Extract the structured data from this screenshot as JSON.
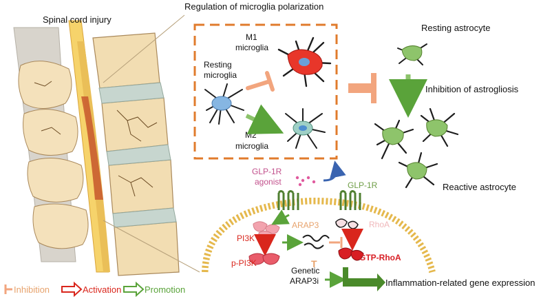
{
  "labels": {
    "spinal_cord_injury": "Spinal cord injury",
    "regulation": "Regulation of microglia polarization",
    "m1_line1": "M1",
    "m1_line2": "microglia",
    "resting_mg_line1": "Resting",
    "resting_mg_line2": "microglia",
    "m2_line1": "M2",
    "m2_line2": "microglia",
    "resting_astrocyte": "Resting astrocyte",
    "inhibition_astrogliosis": "Inhibition of astrogliosis",
    "reactive_astrocyte": "Reactive astrocyte",
    "glp1r_agonist_line1": "GLP-1R",
    "glp1r_agonist_line2": "agonist",
    "glp1r": "GLP-1R",
    "arap3": "ARAP3",
    "rhoa": "RhoA",
    "pi3k": "PI3K",
    "p_pi3k": "p-PI3K",
    "gtp_rhoa": "GTP-RhoA",
    "genetic_line1": "Genetic",
    "genetic_line2": "ARAP3i",
    "gene_expression": "Inflammation-related gene expression",
    "t_glyph": "T"
  },
  "legend": {
    "inhibition": "Inhibition",
    "activation": "Activation",
    "promotion": "Promotion"
  },
  "colors": {
    "inhibition": "#f2a57e",
    "activation": "#d9261c",
    "promotion": "#5aa33a",
    "dashed_box": "#e07b2c",
    "spine_bone": "#f2ddb2",
    "cord_yellow": "#f6d36b",
    "cord_red": "#c8582e",
    "microglia_m1": "#e8362a",
    "microglia_blue": "#86b6e2",
    "astrocyte_green": "#8ec46b",
    "membrane_gold": "#e5b84c",
    "glp1r_green": "#6f9e47",
    "agonist_pink": "#e05a9e",
    "pi3k_pink": "#f2a3ae",
    "text_orange": "#e7a36d",
    "text_pink": "#f0b7ba",
    "text_red": "#d81e24",
    "curve_arrow": "#3a64b0"
  }
}
